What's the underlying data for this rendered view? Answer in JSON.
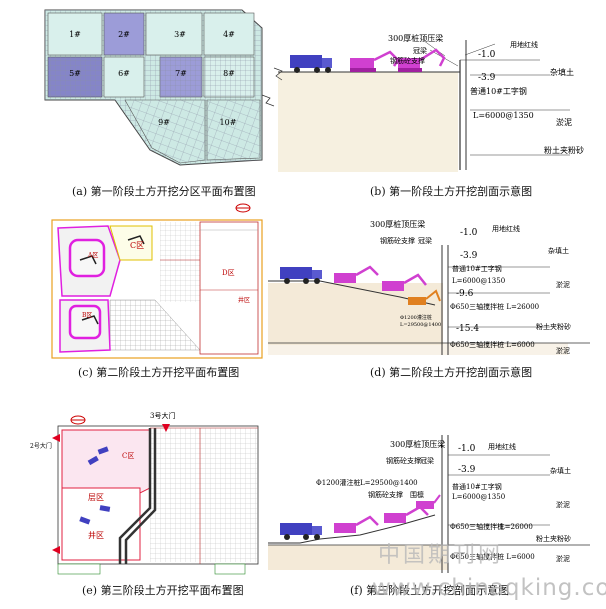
{
  "captions": {
    "a": "(a) 第一阶段土方开挖分区平面布置图",
    "b": "(b) 第一阶段土方开挖剖面示意图",
    "c": "(c) 第二阶段土方开挖平面布置图",
    "d": "(d) 第二阶段土方开挖剖面示意图",
    "e": "(e) 第三阶段土方开挖平面布置图",
    "f": "(f) 第三阶段土方开挖剖面示意图"
  },
  "zones": [
    "1#",
    "2#",
    "3#",
    "4#",
    "5#",
    "6#",
    "7#",
    "8#",
    "9#",
    "10#"
  ],
  "section_b": {
    "top_beam": "300厚桩顶压梁",
    "crown_beam": "冠梁",
    "strut": "钢筋砼支撑",
    "redline": "用地红线",
    "el1": "-1.0",
    "el2": "-3.9",
    "steel": "普通10#工字钢",
    "pile": "L=6000@1350",
    "soil_fill": "杂填土",
    "soil_silt": "淤泥",
    "soil_sand": "粉土夹粉砂"
  },
  "plan_c": {
    "zone_a": "A区",
    "zone_b": "B区",
    "zone_c": "C区",
    "zone_d": "D区",
    "well_area": "井区"
  },
  "section_d": {
    "top_beam": "300厚桩顶压梁",
    "strut": "钢筋砼支撑",
    "crown_beam": "冠梁",
    "redline": "用地红线",
    "el1": "-1.0",
    "el2": "-3.9",
    "el3": "-9.6",
    "el4": "-15.4",
    "steel": "普通10#工字钢",
    "pile": "L=6000@1350",
    "tri_pile": "Φ650三轴搅拌桩 L=26000",
    "bored_pile": "Φ1200灌注桩",
    "bored_pile_len": "L=29500@1400",
    "tri_pile2": "Φ650三轴搅拌桩 L=6000",
    "soil_fill": "杂填土",
    "soil_silt": "淤泥",
    "soil_sand": "粉土夹粉砂",
    "soil_silt2": "淤泥"
  },
  "plan_e": {
    "gate3": "3号大门",
    "gate2": "2号大门",
    "zone_c": "C区",
    "layer": "层区",
    "well": "井区"
  },
  "section_f": {
    "top_beam": "300厚桩顶压梁",
    "strut": "钢筋砼支撑",
    "crown_beam": "冠梁",
    "redline": "用地红线",
    "el1": "-1.0",
    "el2": "-3.9",
    "steel": "普通10#工字钢",
    "pile": "L=6000@1350",
    "bored_pile": "Φ1200灌注桩",
    "bored_pile_len": "L=29500@1400",
    "strut2": "钢筋砼支撑",
    "pick": "围檩",
    "tri_pile": "Φ650三轴搅拌桩",
    "tri_pile_len": "L=26000",
    "tri_pile2": "Φ650三轴搅拌桩 L=6000",
    "soil_fill": "杂填土",
    "soil_silt": "淤泥",
    "soil_sand": "粉土夹粉砂",
    "soil_silt2": "淤泥"
  },
  "watermark": {
    "cn": "中国期刊网",
    "en": "www.chinaqking.com"
  }
}
